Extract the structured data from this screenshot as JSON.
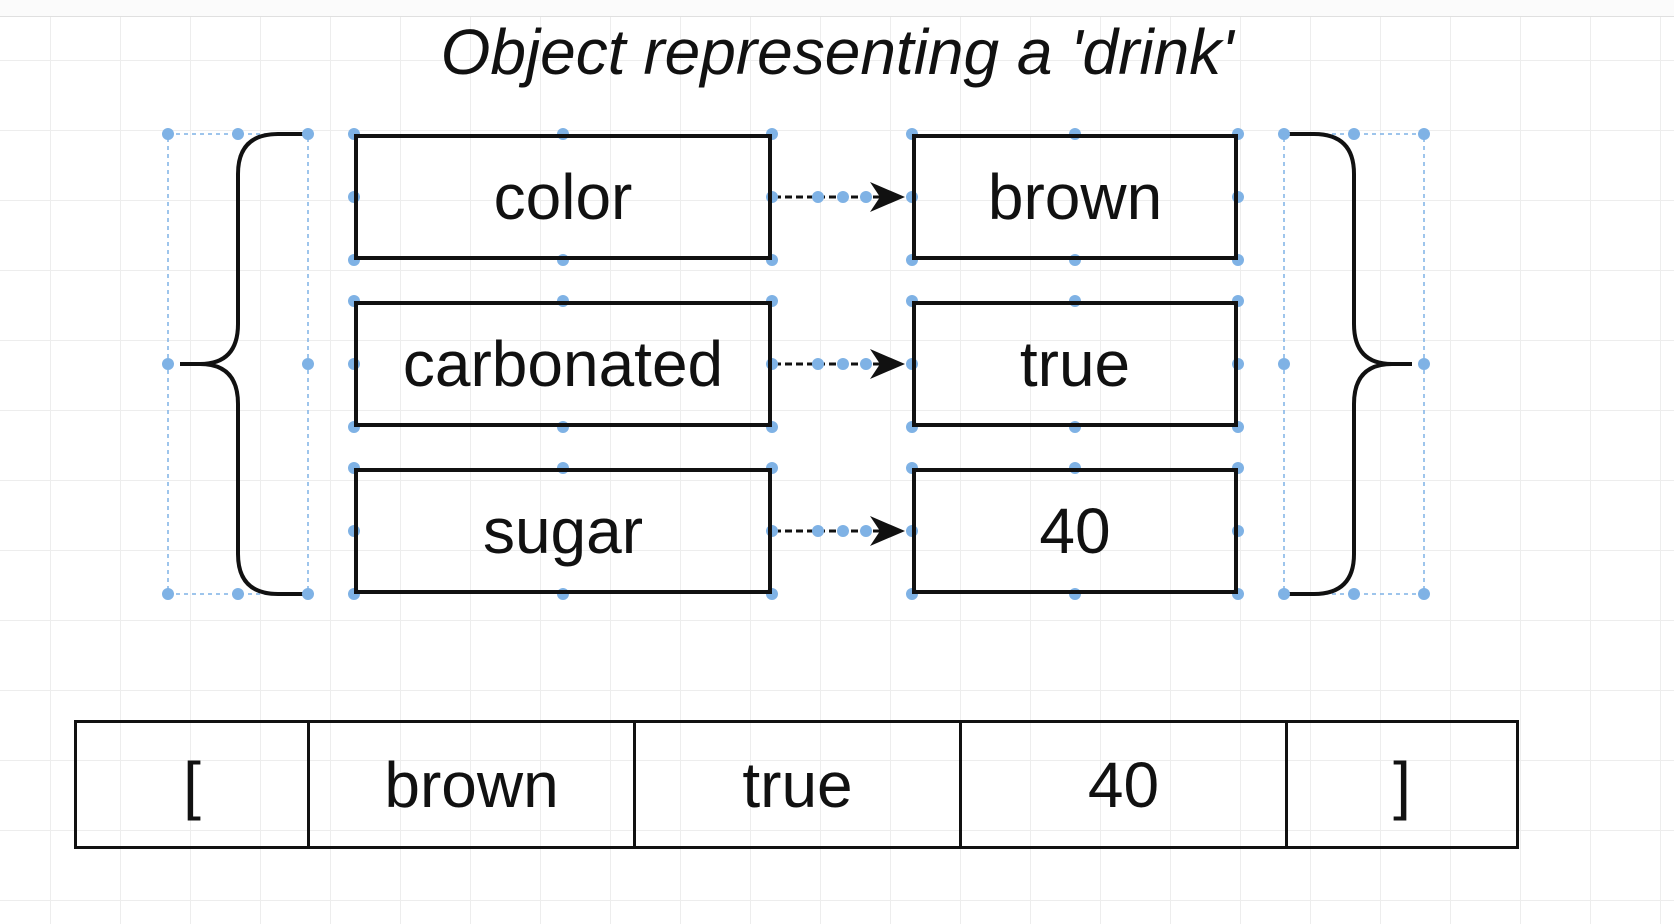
{
  "diagram": {
    "title": "Object representing a 'drink'",
    "pairs": [
      {
        "key": "color",
        "value": "brown"
      },
      {
        "key": "carbonated",
        "value": "true"
      },
      {
        "key": "sugar",
        "value": "40"
      }
    ],
    "array": [
      "[",
      "brown",
      "true",
      "40",
      "]"
    ]
  },
  "colors": {
    "stroke": "#111111",
    "selection_handle": "#7fb2e5",
    "grid": "#ededed"
  }
}
